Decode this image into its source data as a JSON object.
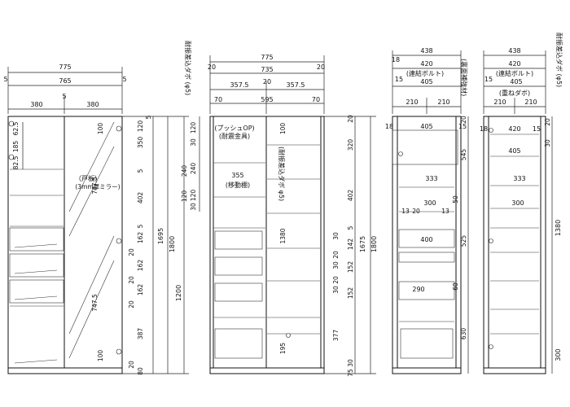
{
  "view_front_glass": {
    "w_total": "775",
    "w_side_l": "5",
    "w_inner": "765",
    "w_side_r": "5",
    "w_door_l": "380",
    "w_mid": "5",
    "w_door_r": "380",
    "h_right": [
      "5",
      "120",
      "350",
      "5",
      "240",
      "120",
      "402",
      "5",
      "162",
      "20",
      "162",
      "20",
      "162",
      "20",
      "387",
      "20",
      "80"
    ],
    "h_group_upper": "1695",
    "h_total": "1800",
    "h_group_lower": "1200",
    "left_dims": [
      "62.5",
      "185",
      "82.5"
    ],
    "door_label": "（戸板）",
    "mirror_label": "(3mm厚ミラー)",
    "door_dims": [
      "100",
      "747.5",
      "747.5",
      "100"
    ],
    "side_note": "耐振差込ダボ (φ5)"
  },
  "view_front_open": {
    "w_total": "775",
    "w_side_l": "20",
    "w_side_r": "20",
    "w_inner": "735",
    "w_inner_sub": "20",
    "w_left": "357.5",
    "w_right": "357.5",
    "w_70_l": "70",
    "w_595": "595",
    "w_70_r": "70",
    "push_label": "(プッシュOP)",
    "hinge_label": "(耐震金具)",
    "shelf_w": "355",
    "shelf_label": "(移動棚)",
    "dabo_label": "(耐振差込ダボ φ5)",
    "left_h": [
      "120",
      "30",
      "240",
      "120",
      "30"
    ],
    "inner_dims": [
      "100",
      "1380",
      "195"
    ],
    "right_h": [
      "20",
      "320",
      "402",
      "5",
      "30",
      "142",
      "20",
      "30",
      "152",
      "20",
      "30",
      "152",
      "377",
      "30",
      "75"
    ],
    "h_upper": "1675",
    "h_total": "1800"
  },
  "view_side_a": {
    "w_total": "438",
    "w_18": "18",
    "w_420": "420",
    "w_15": "15",
    "w_405": "405",
    "w_210_l": "210",
    "w_210_r": "210",
    "label": "(裏面補強材)",
    "label2": "(連結ボルト)",
    "inner_top": "405",
    "inner_18": "18",
    "inner_15": "15",
    "dims_right": [
      "20",
      "545",
      "50",
      "525",
      "60",
      "630"
    ],
    "inner_333": "333",
    "inner_300": "300",
    "inner_13_l": "13",
    "inner_20": "20",
    "inner_13_r": "13",
    "inner_400": "400",
    "inner_290": "290"
  },
  "view_side_b": {
    "w_total": "438",
    "w_420": "420",
    "w_15": "15",
    "w_405": "405",
    "w_210_l": "210",
    "w_210_r": "210",
    "label": "(連結ボルト)",
    "label2": "(重ねダボ)",
    "side_note": "耐振差込ダボ (φ5)",
    "inner_18": "18",
    "inner_420": "420",
    "inner_15": "15",
    "inner_405": "405",
    "inner_333": "333",
    "inner_300": "300",
    "dims_right": [
      "20",
      "30",
      "1380",
      "300"
    ]
  }
}
